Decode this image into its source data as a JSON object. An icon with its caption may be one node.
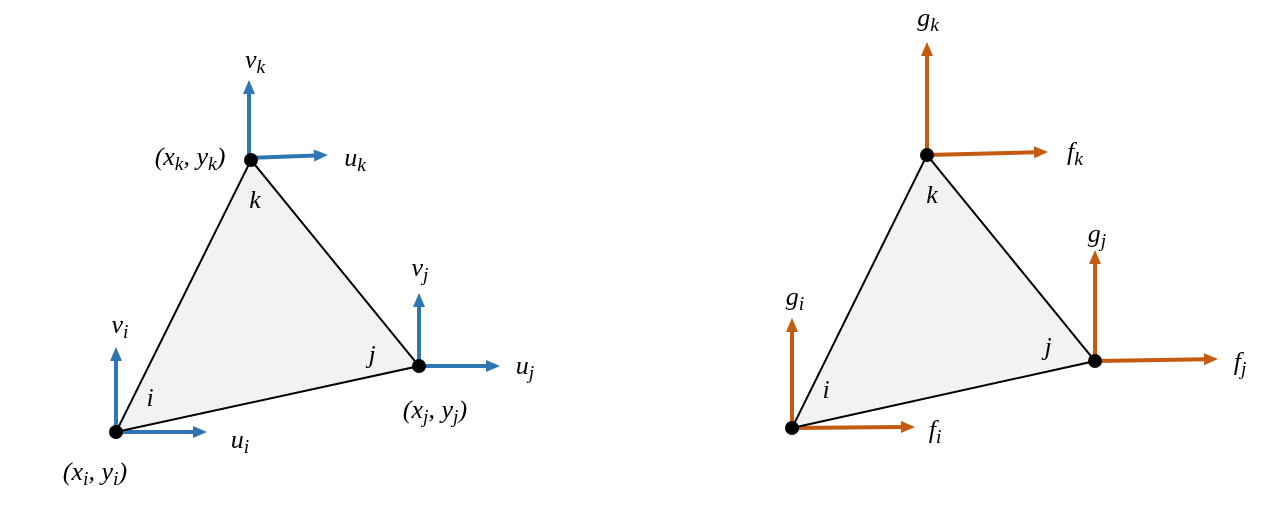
{
  "diagram": {
    "nodes": [
      {
        "text": [
          "k",
          "j",
          "i"
        ]
      },
      {
        "text": [
          "k",
          "j",
          "i"
        ]
      }
    ],
    "edges": [],
    "labels": [
      "v$_{k}$",
      "(x$_{k}$, y$_{k}$)",
      "u$_{k}$",
      "v$_{j}$",
      "v$_{i}$",
      "u$_{j}$",
      "(x$_{j}$, y$_{j}$)",
      "u$_{i}$",
      "(x$_{i}$, y$_{i}$)",
      "g$_{k}$",
      "f$_{k}$",
      "g$_{j}$",
      "g$_{i}$",
      "f$_{j}$",
      "f$_{i}$"
    ]
  }
}
